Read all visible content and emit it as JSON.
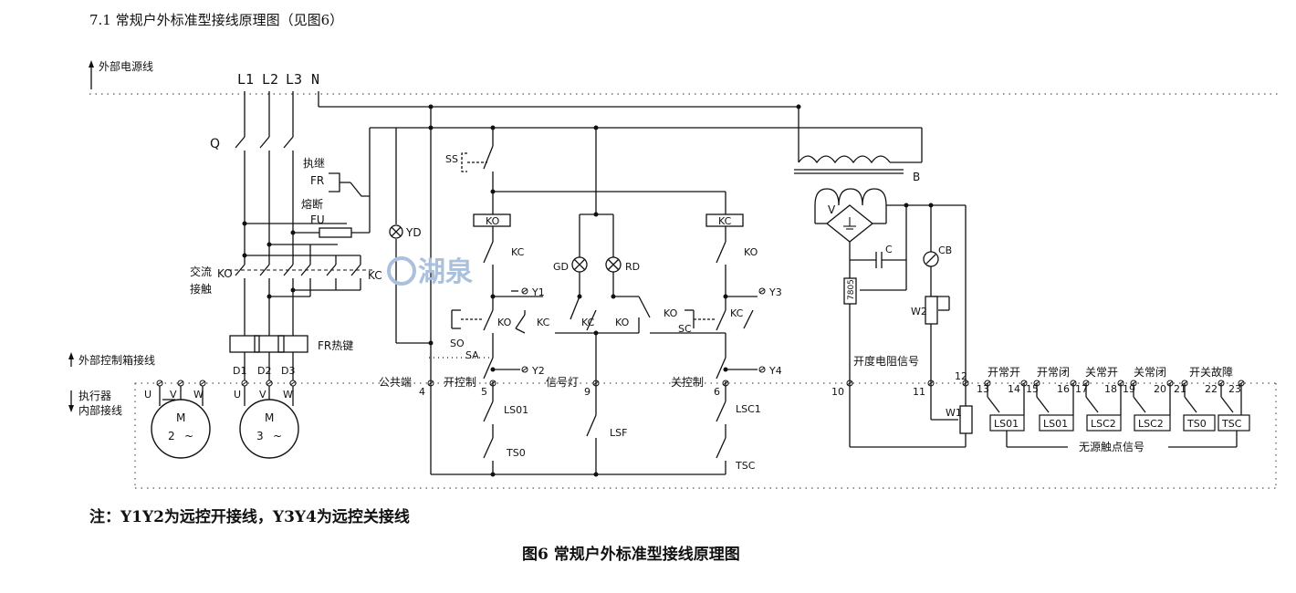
{
  "heading": "7.1 常规户外标准型接线原理图（见图6）",
  "zones": {
    "external_power": "外部电源线",
    "external_control": "外部控制箱接线",
    "actuator_internal_line1": "执行器",
    "actuator_internal_line2": "内部接线"
  },
  "phases": [
    "L1",
    "L2",
    "L3",
    "N"
  ],
  "power": {
    "breaker": "Q",
    "relay_line1": "执继",
    "relay_line2": "FR",
    "fuse_line1": "熔断",
    "fuse_line2": "FU",
    "contactor_line1": "交流",
    "contactor_line2": "接触",
    "contactor_ko": "KO",
    "contactor_kc": "KC",
    "thermal_key": "FR热键",
    "indicator": "YD",
    "d_terms": [
      "D1",
      "D2",
      "D3"
    ],
    "uvw": [
      "U",
      "V",
      "W"
    ]
  },
  "motors": [
    {
      "label": "M",
      "number": "2",
      "tilde": "~"
    },
    {
      "label": "M",
      "number": "3",
      "tilde": "~"
    }
  ],
  "control": {
    "ss": "SS",
    "ko_coil": "KO",
    "kc_coil": "KC",
    "kc_contact": "KC",
    "ko_contact": "KO",
    "gd": "GD",
    "rd": "RD",
    "y1": "Y1",
    "y2": "Y2",
    "y3": "Y3",
    "y4": "Y4",
    "so": "SO",
    "sa": "SA",
    "sc": "SC",
    "ko_left": "KO",
    "kc_left": "KC",
    "kc_mid": "KC",
    "ko_mid": "KO",
    "ko_right": "KO",
    "kc_right": "KC",
    "lso1": "LS01",
    "tso": "TS0",
    "lsf": "LSF",
    "lsc1": "LSC1",
    "tsc": "TSC"
  },
  "terminals": {
    "common": "公共端",
    "open_ctrl": "开控制",
    "signal_lamp": "信号灯",
    "close_ctrl": "关控制",
    "t4": "4",
    "t5": "5",
    "t9": "9",
    "t6": "6",
    "t10": "10",
    "t11": "11",
    "t12": "12",
    "t13": "13",
    "t14": "14",
    "t15": "15",
    "t16": "16",
    "t17": "17",
    "t18": "18",
    "t19": "19",
    "t20": "20",
    "t21": "21",
    "t22": "22",
    "t23": "23"
  },
  "feedback": {
    "transformer": "B",
    "bridge": "V",
    "capacitor": "C",
    "cb": "CB",
    "regulator": "7805",
    "w2": "W2",
    "w1": "W1",
    "resistance_signal": "开度电阻信号"
  },
  "dry_contacts": {
    "headers": [
      "开常开",
      "开常闭",
      "关常开",
      "关常闭",
      "开关故障"
    ],
    "labels": [
      "LS01",
      "LS01",
      "LSC2",
      "LSC2",
      "TS0",
      "TSC"
    ],
    "group_label": "无源触点信号"
  },
  "watermark": "湖泉",
  "note": "注：Y1Y2为远控开接线，Y3Y4为远控关接线",
  "caption": "图6 常规户外标准型接线原理图"
}
